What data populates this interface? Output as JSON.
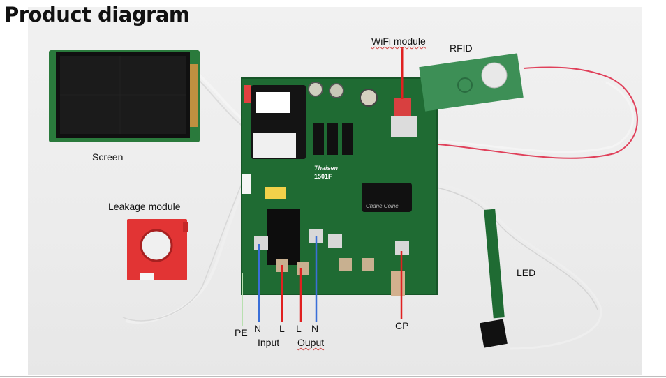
{
  "title": "Product diagram",
  "labels": {
    "wifi": "WiFi module",
    "rfid": "RFID",
    "screen": "Screen",
    "leakage": "Leakage module",
    "led": "LED",
    "pe": "PE",
    "n_in": "N",
    "l_in": "L",
    "l_out": "L",
    "n_out": "N",
    "input": "Input",
    "output": "Ouput",
    "cp": "CP"
  },
  "board_text": {
    "brand": "Thaisen",
    "model": "1501F",
    "relay": "Chane Coine"
  },
  "colors": {
    "pcb": "#1f6b33",
    "pointer_red": "#e02020",
    "pointer_blue": "#3a6fd8",
    "pointer_green": "#a8d8a0",
    "leakage_red": "#e23434",
    "rfid_green": "#3d8f56"
  }
}
